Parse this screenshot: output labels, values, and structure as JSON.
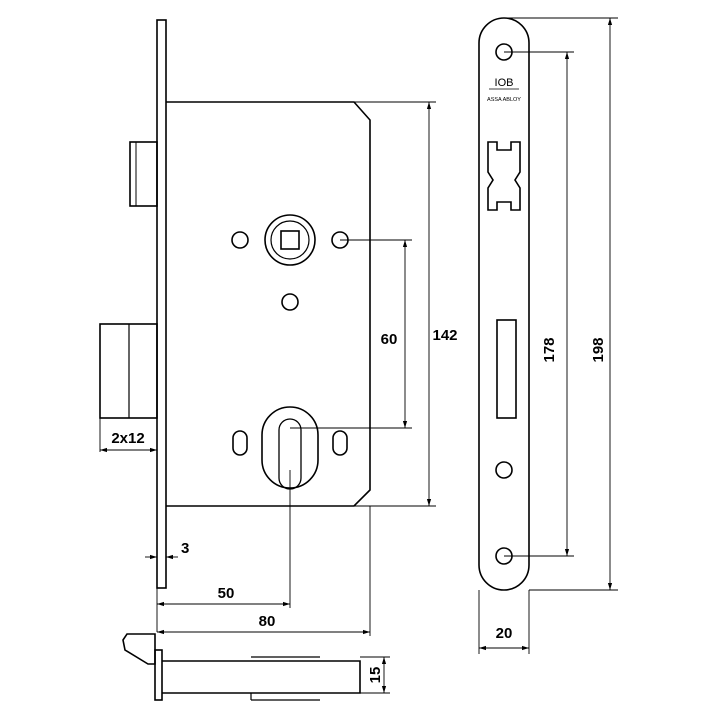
{
  "brand": {
    "logo": "IOB",
    "sub": "ASSA ABLOY"
  },
  "dimensions": {
    "bolt_projection": "2x12",
    "faceplate_thickness": "3",
    "backset": "50",
    "case_depth": "80",
    "spindle_to_cylinder": "60",
    "case_height": "142",
    "faceplate_width": "20",
    "fixing_hole_spacing": "178",
    "faceplate_height": "198",
    "bolt_height": "15"
  },
  "colors": {
    "line": "#000000",
    "background": "#ffffff"
  }
}
